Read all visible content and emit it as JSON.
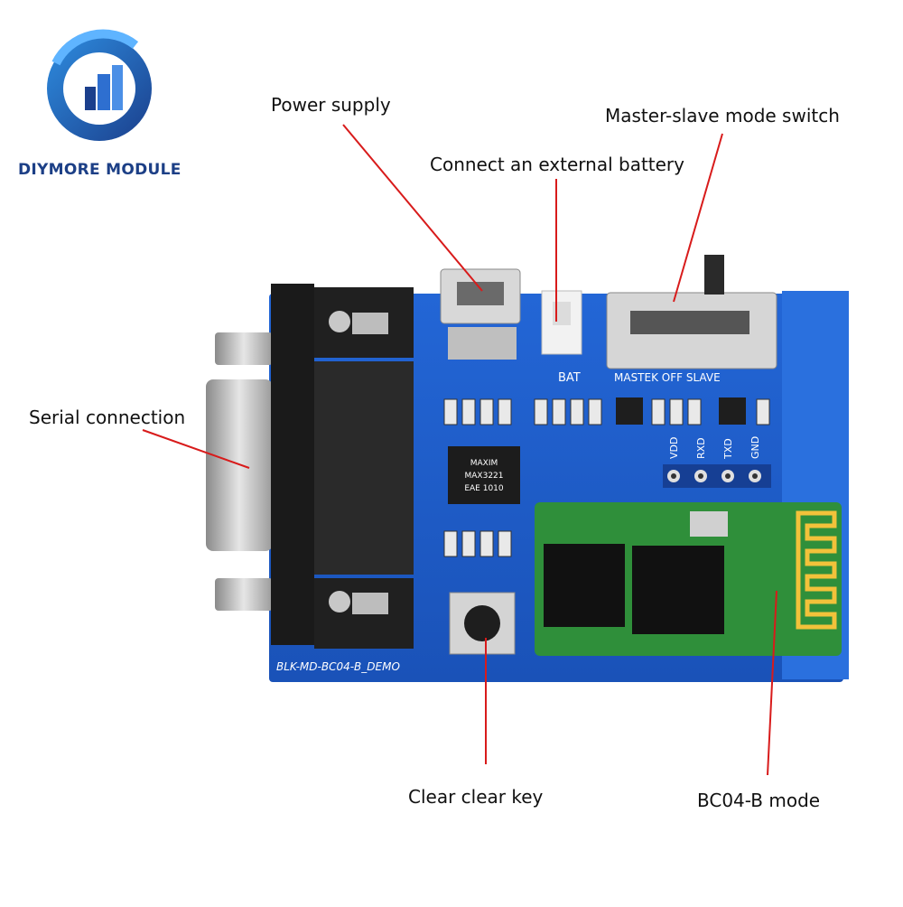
{
  "brand": {
    "name": "DIYMORE MODULE"
  },
  "callouts": {
    "power_supply": "Power supply",
    "master_slave_switch": "Master-slave mode switch",
    "external_battery": "Connect an external battery",
    "serial_connection": "Serial connection",
    "clear_key": "Clear clear key",
    "bc04_mode": "BC04-B mode"
  },
  "board": {
    "bat_label": "BAT",
    "switch_label": "MASTEK OFF SLAVE",
    "pins": [
      "VDD",
      "RXD",
      "TXD",
      "GND"
    ],
    "model_label": "BLK-MD-BC04-B_DEMO",
    "chip_brand": "MAXIM",
    "chip_model": "MAX3221",
    "chip_code": "EAE 1010"
  },
  "colors": {
    "pcb": "#1f5fcf",
    "module": "#2f8f3a",
    "callout_line": "#d81b1b",
    "brand": "#1c3f86"
  }
}
